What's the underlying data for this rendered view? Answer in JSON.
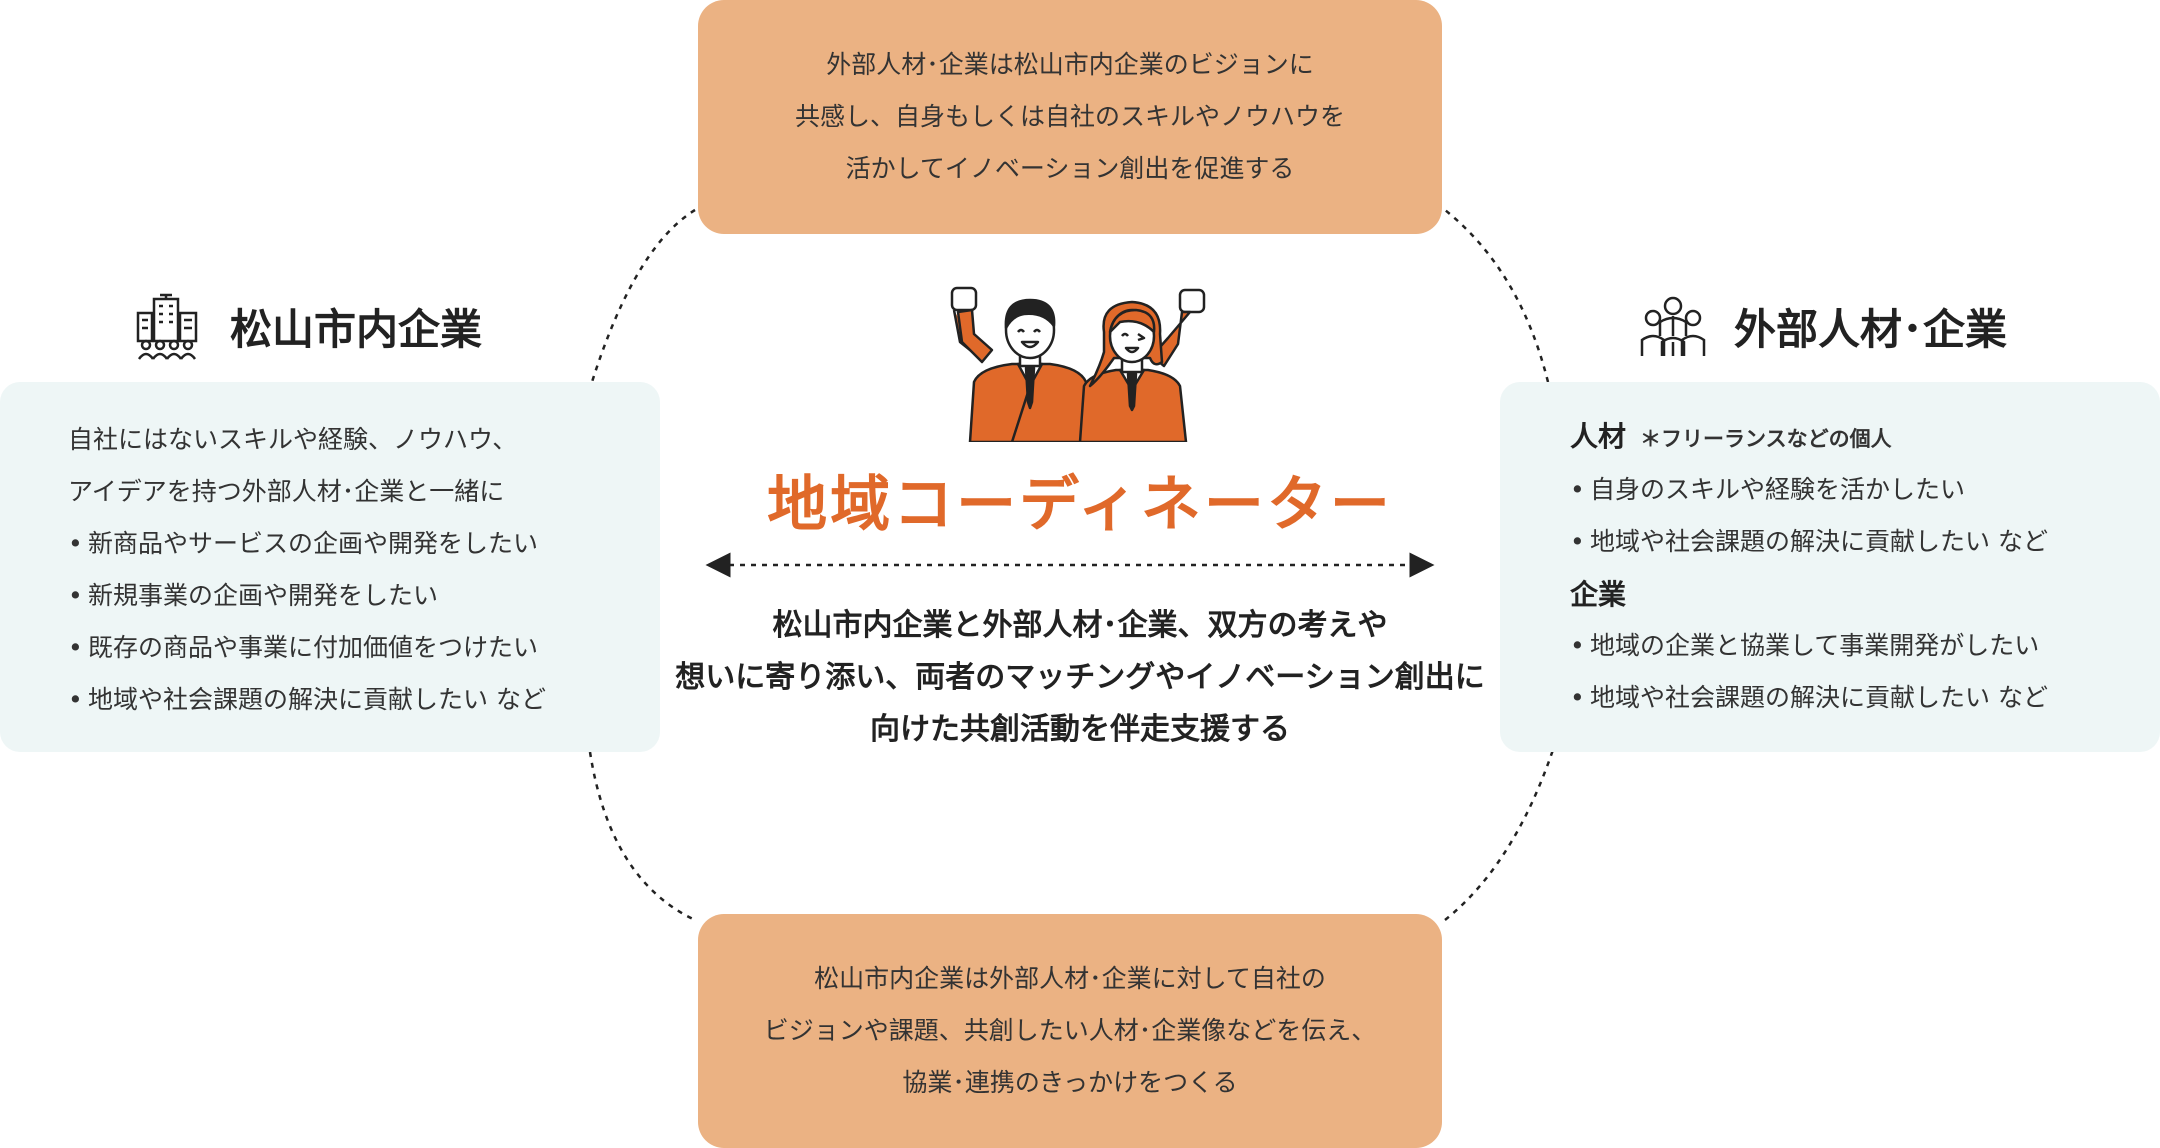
{
  "top_box": {
    "lines": [
      "外部人材･企業は松山市内企業のビジョンに",
      "共感し、自身もしくは自社のスキルやノウハウを",
      "活かしてイノベーション創出を促進する"
    ]
  },
  "bottom_box": {
    "lines": [
      "松山市内企業は外部人材･企業に対して自社の",
      "ビジョンや課題、共創したい人材･企業像などを伝え、",
      "協業･連携のきっかけをつくる"
    ]
  },
  "left": {
    "icon": "office-building-icon",
    "heading": "松山市内企業",
    "intro": [
      "自社にはないスキルや経験、ノウハウ、",
      "アイデアを持つ外部人材･企業と一緒に"
    ],
    "bullets": [
      "新商品やサービスの企画や開発をしたい",
      "新規事業の企画や開発をしたい",
      "既存の商品や事業に付加価値をつけたい",
      "地域や社会課題の解決に貢献したい など"
    ]
  },
  "right": {
    "icon": "people-group-icon",
    "heading": "外部人材･企業",
    "sections": [
      {
        "title": "人材",
        "note": "＊フリーランスなどの個人",
        "bullets": [
          "自身のスキルや経験を活かしたい",
          "地域や社会課題の解決に貢献したい など"
        ]
      },
      {
        "title": "企業",
        "note": "",
        "bullets": [
          "地域の企業と協業して事業開発がしたい",
          "地域や社会課題の解決に貢献したい など"
        ]
      }
    ]
  },
  "center": {
    "illustration": "coordinators-cheering-illustration",
    "title": "地域コーディネーター",
    "description": [
      "松山市内企業と外部人材･企業、双方の考えや",
      "想いに寄り添い、両者のマッチングやイノベーション創出に",
      "向けた共創活動を伴走支援する"
    ]
  },
  "colors": {
    "accent_orange": "#e0692a",
    "box_orange": "#ebb283",
    "panel_bg": "#eef6f6",
    "suit": "#e0692a"
  }
}
